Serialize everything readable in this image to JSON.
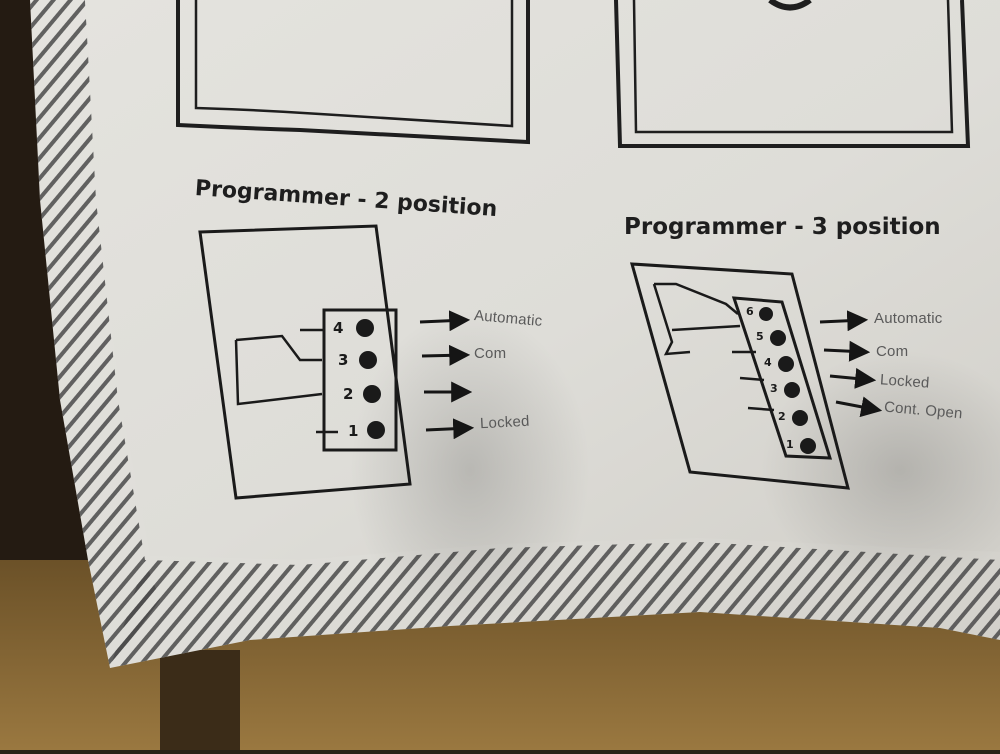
{
  "diagrams": [
    {
      "title": "Programmer - 2 position",
      "terminals": [
        "4",
        "3",
        "2",
        "1"
      ],
      "outputs": [
        "Automatic",
        "Com",
        "",
        "Locked"
      ]
    },
    {
      "title": "Programmer - 3 position",
      "terminals": [
        "6",
        "5",
        "4",
        "3",
        "2",
        "1"
      ],
      "outputs": [
        "Automatic",
        "Com",
        "Locked",
        "Cont. Open"
      ]
    }
  ],
  "colors": {
    "paper": "#e6e4de",
    "ink": "#1e1e1e",
    "background": "#2a2118",
    "cardboard": "#8a6a36"
  }
}
